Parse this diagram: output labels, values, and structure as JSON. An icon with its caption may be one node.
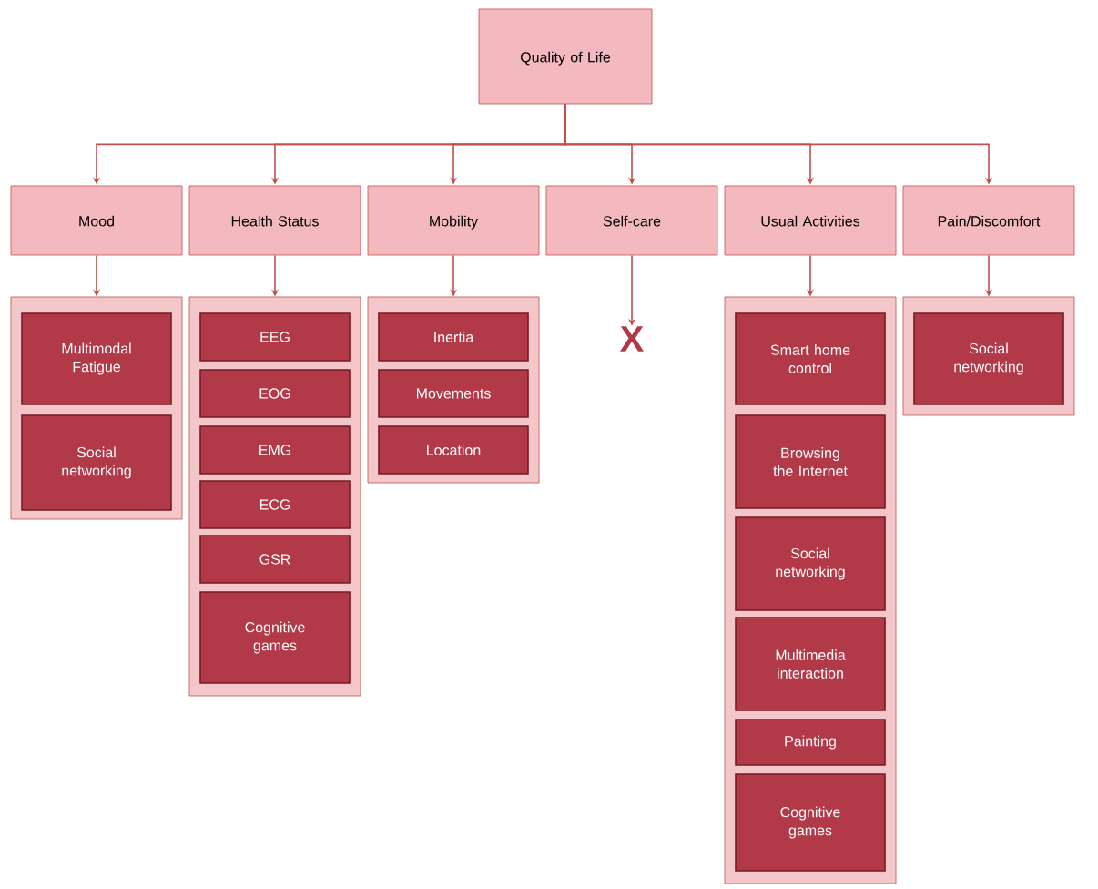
{
  "diagram": {
    "nodes": [
      {
        "text": [
          "Quality of Life"
        ]
      },
      {
        "text": [
          "Mood"
        ]
      },
      {
        "text": [
          "Health Status"
        ]
      },
      {
        "text": [
          "Mobility"
        ]
      },
      {
        "text": [
          "Self-care"
        ]
      },
      {
        "text": [
          "Usual Activities"
        ]
      },
      {
        "text": [
          "Pain/Discomfort"
        ]
      },
      {
        "text": [],
        "shape": "box"
      },
      {
        "text": [
          "Multimodal Fatigue"
        ],
        "in": 7
      },
      {
        "text": [
          "Social networking"
        ],
        "in": 7
      },
      {
        "text": [],
        "shape": "box"
      },
      {
        "text": [
          "EEG"
        ],
        "in": 10
      },
      {
        "text": [
          "EOG"
        ],
        "in": 10
      },
      {
        "text": [
          "EMG"
        ],
        "in": 10
      },
      {
        "text": [
          "ECG"
        ],
        "in": 10
      },
      {
        "text": [
          "GSR"
        ],
        "in": 10
      },
      {
        "text": [
          "Cognitive games"
        ],
        "in": 10
      },
      {
        "text": [],
        "shape": "box"
      },
      {
        "text": [
          "Inertia"
        ],
        "in": 17
      },
      {
        "text": [
          "Movements"
        ],
        "in": 17
      },
      {
        "text": [
          "Location"
        ],
        "in": 17
      },
      {
        "text": [
          "X"
        ]
      },
      {
        "text": [],
        "shape": "box"
      },
      {
        "text": [
          "Smart home control"
        ],
        "in": 22
      },
      {
        "text": [
          "Browsing the Internet"
        ],
        "in": 22
      },
      {
        "text": [
          "Social networking"
        ],
        "in": 22
      },
      {
        "text": [
          "Multimedia interaction"
        ],
        "in": 22
      },
      {
        "text": [
          "Painting"
        ],
        "in": 22
      },
      {
        "text": [
          "Cognitive games"
        ],
        "in": 22
      },
      {
        "text": [],
        "shape": "box"
      },
      {
        "text": [
          "Social networking"
        ],
        "in": 29
      }
    ],
    "edges": [
      {
        "from": 0,
        "to": 1,
        "arrow": "to"
      },
      {
        "from": 0,
        "to": 2,
        "arrow": "to"
      },
      {
        "from": 0,
        "to": 3,
        "arrow": "to"
      },
      {
        "from": 0,
        "to": 4,
        "arrow": "to"
      },
      {
        "from": 0,
        "to": 5,
        "arrow": "to"
      },
      {
        "from": 0,
        "to": 6,
        "arrow": "to"
      },
      {
        "from": 1,
        "to": 7,
        "arrow": "to"
      },
      {
        "from": 2,
        "to": 10,
        "arrow": "to"
      },
      {
        "from": 3,
        "to": 17,
        "arrow": "to"
      },
      {
        "from": 4,
        "to": 21,
        "arrow": "to"
      },
      {
        "from": 5,
        "to": 22,
        "arrow": "to"
      },
      {
        "from": 6,
        "to": 29,
        "arrow": "to"
      }
    ]
  }
}
